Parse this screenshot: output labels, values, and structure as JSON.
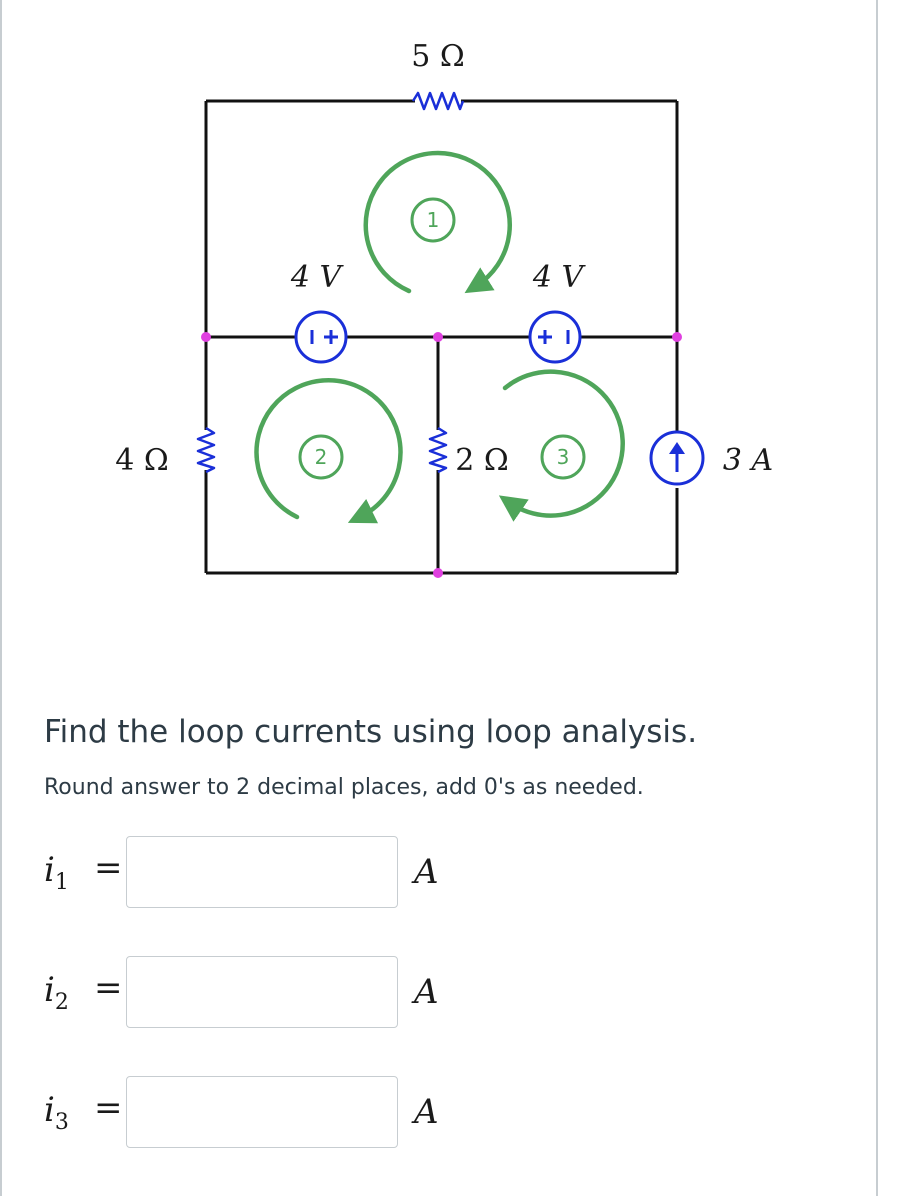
{
  "circuit": {
    "resistor_top": "5 Ω",
    "resistor_left": "4 Ω",
    "resistor_middle": "2 Ω",
    "source_left_value": "4 V",
    "source_right_value": "4 V",
    "source_left_polarity": {
      "left": "−",
      "right": "+"
    },
    "source_right_polarity": {
      "left": "+",
      "right": "−"
    },
    "current_source": "3 A",
    "loops": [
      "1",
      "2",
      "3"
    ],
    "colors": {
      "wire": "#111111",
      "loop": "#4fa55a",
      "source": "#1a2fd8",
      "node": "#e040e0"
    }
  },
  "question": {
    "title": "Find the loop currents using loop analysis.",
    "instruction": "Round answer to 2 decimal places, add 0's as needed."
  },
  "answers": [
    {
      "var": "i",
      "sub": "1",
      "eq": "=",
      "value": "",
      "unit": "A"
    },
    {
      "var": "i",
      "sub": "2",
      "eq": "=",
      "value": "",
      "unit": "A"
    },
    {
      "var": "i",
      "sub": "3",
      "eq": "=",
      "value": "",
      "unit": "A"
    }
  ]
}
